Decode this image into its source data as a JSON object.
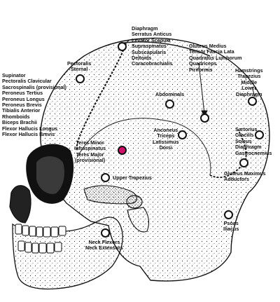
{
  "diagram": {
    "title": "",
    "colors": {
      "line": "#111111",
      "point_fill": "#ffffff",
      "highlight_point": "#d0116a"
    },
    "labels": {
      "shoulder_group": [
        "Diaphragm",
        "Serratus Anticus",
        "Levator Scapula",
        "Supraspinatus",
        "Subscapularis",
        "Deltoids",
        "Coracobrachialis"
      ],
      "pectoralis_sternal": [
        "Pectoralis",
        "Sternal"
      ],
      "gluteus_group": [
        "Gluteus Medius",
        "Tensor Fascia Lata",
        "Quadratus Lumborum",
        "Quadriceps",
        "Piriformis"
      ],
      "left_group": [
        "Supinator",
        "Pectoralis Clavicular",
        "Sacrospinalis (provisional)",
        "Peroneus Tertius",
        "Peroneus Longus",
        "Peroneus Brevis",
        "Tibialis Anterior",
        "Rhomboids",
        "Biceps Brachii",
        "Flexor Hallucis Longus",
        "Flexor Hallucis Brevis"
      ],
      "hamstrings_group": [
        "Hamstrings",
        "Trapezius",
        "Middle",
        "Lower",
        "Diaphragm"
      ],
      "abdominals": [
        "Abdominals"
      ],
      "sartorius_group": [
        "Sartorius",
        "Gracilis",
        "Soleus",
        "Diaphragm",
        "Gastrocnemius"
      ],
      "anconeus_group": [
        "Anconeus",
        "Triceps",
        "Latissimus",
        "Dorsi"
      ],
      "teres_group": [
        "Teres Minor",
        "Infraspinatus",
        "Teres Major",
        "(provisional)"
      ],
      "upper_trapezius": [
        "Upper Trapezius"
      ],
      "gluteus_maximus_group": [
        "Gluteus Maximus",
        "Adductors"
      ],
      "psoas_group": [
        "Psoas",
        "Iliacus"
      ],
      "neck_group": [
        "Neck Flexors",
        "Neck Extensors"
      ]
    }
  }
}
